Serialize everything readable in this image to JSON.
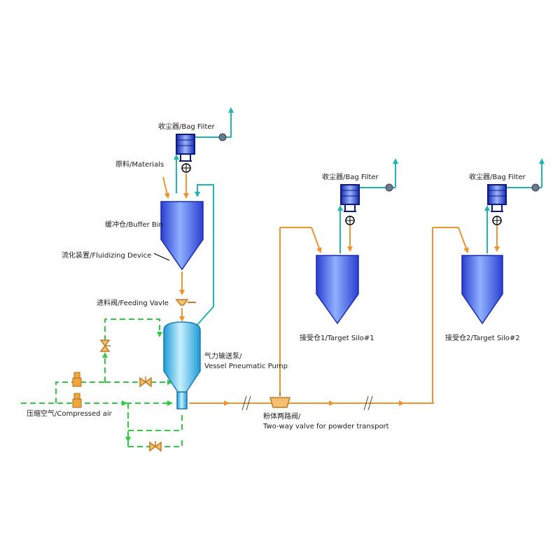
{
  "labels": {
    "bag_filter_1": "收尘器/Bag Filter",
    "materials": "原料/Materials",
    "buffer_bin": "缓冲仓/Buffer Bin",
    "fluidizing_device": "流化装置/Fluidizing Device",
    "feeding_valve": "进料阀/Feeding Vavle",
    "pump_line1": "气力输送泵/",
    "pump_line2": "Vessel Pneumatic Pump",
    "compressed_air": "压缩空气/Compressed air",
    "two_way_line1": "粉体两路阀/",
    "two_way_line2": "Two-way valve for powder transport",
    "bag_filter_2": "收尘器/Bag Filter",
    "bag_filter_3": "收尘器/Bag Filter",
    "target_silo_1": "接受仓1/Target Silo#1",
    "target_silo_2": "接受仓2/Target Silo#2"
  },
  "colors": {
    "material_line": "#f0922e",
    "air_line": "#2ecc40",
    "exhaust_line": "#1fb5b5",
    "vessel_dark": "#2a3fd0",
    "vessel_light": "#8fb0ff",
    "pump_dark": "#1e9ad6",
    "pump_light": "#c8f0ff",
    "valve_fill": "#f0a640"
  }
}
